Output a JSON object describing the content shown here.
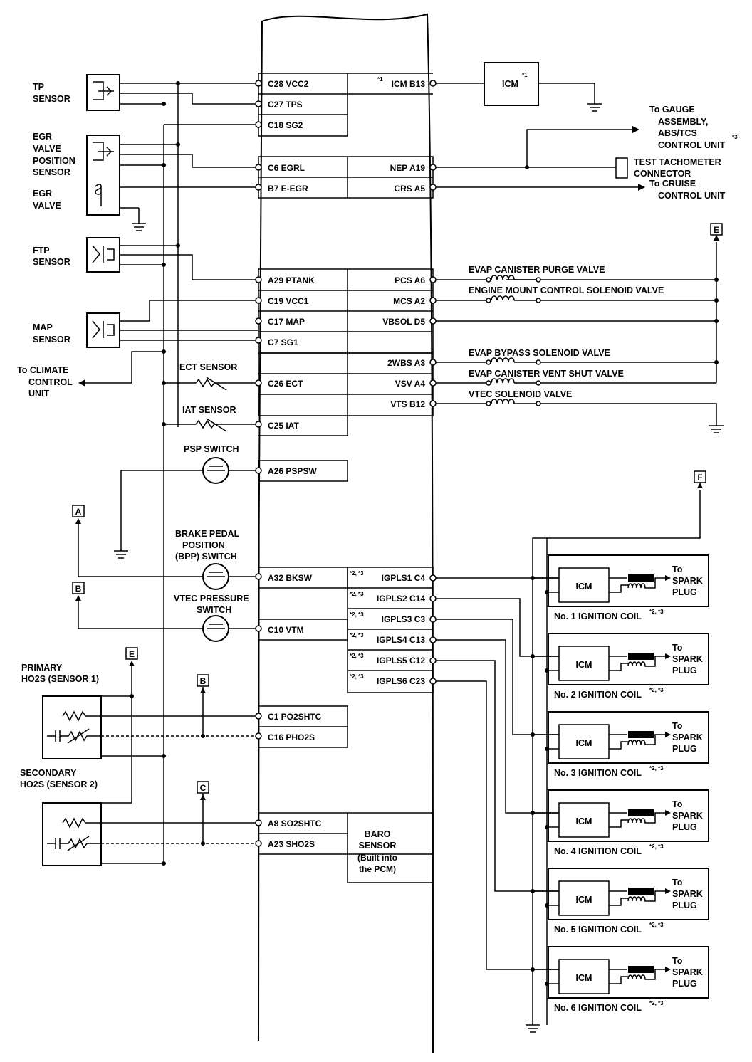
{
  "pcm": {
    "left_pins": [
      {
        "id": "c28",
        "label": "C28 VCC2"
      },
      {
        "id": "c27",
        "label": "C27 TPS"
      },
      {
        "id": "c18",
        "label": "C18 SG2"
      },
      {
        "id": "c6",
        "label": "C6 EGRL"
      },
      {
        "id": "b7",
        "label": "B7 E-EGR"
      },
      {
        "id": "a29",
        "label": "A29 PTANK"
      },
      {
        "id": "c19",
        "label": "C19 VCC1"
      },
      {
        "id": "c17",
        "label": "C17 MAP"
      },
      {
        "id": "c7",
        "label": "C7 SG1"
      },
      {
        "id": "c26",
        "label": "C26 ECT"
      },
      {
        "id": "c25",
        "label": "C25 IAT"
      },
      {
        "id": "a26",
        "label": "A26 PSPSW"
      },
      {
        "id": "a32",
        "label": "A32 BKSW"
      },
      {
        "id": "c10",
        "label": "C10 VTM"
      },
      {
        "id": "c1",
        "label": "C1 PO2SHTC"
      },
      {
        "id": "c16",
        "label": "C16 PHO2S"
      },
      {
        "id": "a8",
        "label": "A8 SO2SHTC"
      },
      {
        "id": "a23",
        "label": "A23 SHO2S"
      }
    ],
    "right_pins": [
      {
        "id": "b13",
        "label": "ICM B13",
        "sup": "*1"
      },
      {
        "id": "a19",
        "label": "NEP A19",
        "sup": ""
      },
      {
        "id": "a5",
        "label": "CRS A5",
        "sup": ""
      },
      {
        "id": "a6",
        "label": "PCS A6",
        "sup": ""
      },
      {
        "id": "a2",
        "label": "MCS A2",
        "sup": ""
      },
      {
        "id": "d5",
        "label": "VBSOL D5",
        "sup": ""
      },
      {
        "id": "a3",
        "label": "2WBS A3",
        "sup": ""
      },
      {
        "id": "a4",
        "label": "VSV A4",
        "sup": ""
      },
      {
        "id": "b12",
        "label": "VTS B12",
        "sup": ""
      },
      {
        "id": "c4",
        "label": "IGPLS1 C4",
        "sup": "*2, *3"
      },
      {
        "id": "c14",
        "label": "IGPLS2 C14",
        "sup": "*2, *3"
      },
      {
        "id": "c3",
        "label": "IGPLS3 C3",
        "sup": "*2, *3"
      },
      {
        "id": "c13",
        "label": "IGPLS4 C13",
        "sup": "*2, *3"
      },
      {
        "id": "c12",
        "label": "IGPLS5 C12",
        "sup": "*2, *3"
      },
      {
        "id": "c23",
        "label": "IGPLS6 C23",
        "sup": "*2, *3"
      }
    ],
    "baro": [
      "BARO",
      "SENSOR",
      "(Built into",
      "the PCM)"
    ]
  },
  "sensors": {
    "tp": [
      "TP",
      "SENSOR"
    ],
    "egr_pos": [
      "EGR",
      "VALVE",
      "POSITION",
      "SENSOR"
    ],
    "egr_valve": [
      "EGR",
      "VALVE"
    ],
    "ftp": [
      "FTP",
      "SENSOR"
    ],
    "map": [
      "MAP",
      "SENSOR"
    ],
    "climate": [
      "To CLIMATE",
      "CONTROL",
      "UNIT"
    ],
    "ect": "ECT SENSOR",
    "iat": "IAT SENSOR",
    "psp": "PSP SWITCH",
    "bpp": [
      "BRAKE PEDAL",
      "POSITION",
      "(BPP) SWITCH"
    ],
    "vtec_pressure": [
      "VTEC PRESSURE",
      "SWITCH"
    ],
    "primary_ho2s": [
      "PRIMARY",
      "HO2S (SENSOR 1)"
    ],
    "secondary_ho2s": [
      "SECONDARY",
      "HO2S (SENSOR 2)"
    ]
  },
  "outputs": {
    "icm": "ICM",
    "icm_sup": "*1",
    "gauge": [
      "To GAUGE",
      "ASSEMBLY,",
      "ABS/TCS",
      "CONTROL UNIT"
    ],
    "gauge_sup": "*3",
    "tach": [
      "TEST TACHOMETER",
      "CONNECTOR"
    ],
    "cruise": [
      "To CRUISE",
      "CONTROL UNIT"
    ],
    "evap_purge": "EVAP CANISTER PURGE VALVE",
    "engine_mount": "ENGINE MOUNT CONTROL SOLENOID VALVE",
    "evap_bypass": "EVAP BYPASS SOLENOID VALVE",
    "evap_vent": "EVAP CANISTER VENT SHUT VALVE",
    "vtec_solenoid": "VTEC SOLENOID VALVE"
  },
  "connectors": {
    "a": "A",
    "b": "B",
    "c": "C",
    "e": "E",
    "f": "F"
  },
  "coils": [
    {
      "icm": "ICM",
      "to": [
        "To",
        "SPARK",
        "PLUG"
      ],
      "name": "No. 1 IGNITION COIL",
      "sup": "*2, *3"
    },
    {
      "icm": "ICM",
      "to": [
        "To",
        "SPARK",
        "PLUG"
      ],
      "name": "No. 2 IGNITION COIL",
      "sup": "*2, *3"
    },
    {
      "icm": "ICM",
      "to": [
        "To",
        "SPARK",
        "PLUG"
      ],
      "name": "No. 3 IGNITION COIL",
      "sup": "*2, *3"
    },
    {
      "icm": "ICM",
      "to": [
        "To",
        "SPARK",
        "PLUG"
      ],
      "name": "No. 4 IGNITION COIL",
      "sup": "*2, *3"
    },
    {
      "icm": "ICM",
      "to": [
        "To",
        "SPARK",
        "PLUG"
      ],
      "name": "No. 5 IGNITION COIL",
      "sup": "*2, *3"
    },
    {
      "icm": "ICM",
      "to": [
        "To",
        "SPARK",
        "PLUG"
      ],
      "name": "No. 6 IGNITION COIL",
      "sup": "*2, *3"
    }
  ]
}
